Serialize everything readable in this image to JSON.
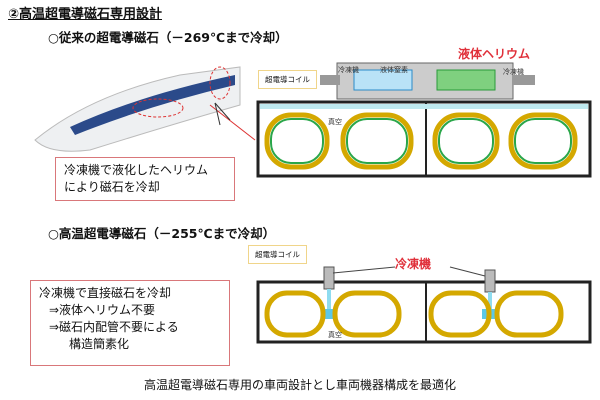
{
  "title": "②高温超電導磁石専用設計",
  "section1": {
    "heading": "○従来の超電導磁石（－269℃まで冷却）",
    "note_line1": "冷凍機で液化したヘリウム",
    "note_line2": "により磁石を冷却",
    "labels": {
      "coil": "超電導コイル",
      "fridge_left": "冷凍機",
      "nitrogen": "液体窒素",
      "helium": "液体ヘリウム",
      "fridge_right": "冷凍機",
      "vacuum": "真空"
    }
  },
  "section2": {
    "heading": "○高温超電導磁石（－255℃まで冷却）",
    "note_lines": [
      "冷凍機で直接磁石を冷却",
      "⇒液体ヘリウム不要",
      "⇒磁石内配管不要による",
      "構造簡素化"
    ],
    "labels": {
      "coil": "超電導コイル",
      "fridge": "冷凍機",
      "vacuum": "真空"
    }
  },
  "caption": "高温超電導磁石専用の車両設計とし車両機器構成を最適化"
}
